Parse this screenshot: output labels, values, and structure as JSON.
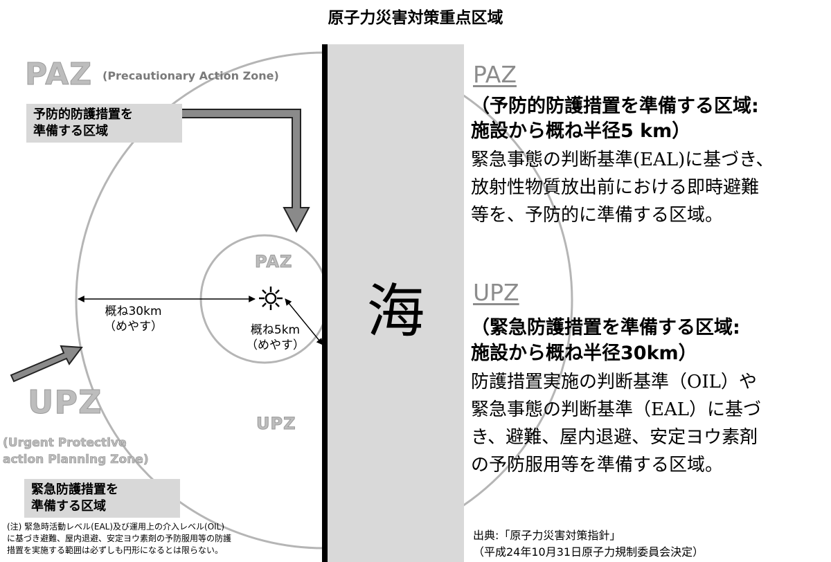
{
  "title": "原子力災害対策重点区域",
  "left": {
    "paz_heading": "PAZ",
    "paz_fullname": "(Precautionary Action Zone)",
    "paz_box_line1": "予防的防護措置を",
    "paz_box_line2": "準備する区域",
    "inner_paz_label": "PAZ",
    "radius30_line1": "概ね30km",
    "radius30_line2": "（めやす）",
    "radius5_line1": "概ね5km",
    "radius5_line2": "（めやす）",
    "inner_upz_label": "UPZ",
    "upz_heading": "UPZ",
    "upz_fullname_line1": "(Urgent Protective",
    "upz_fullname_line2": "action Planning Zone)",
    "upz_box_line1": "緊急防護措置を",
    "upz_box_line2": "準備する区域",
    "note_line1": "(注)  緊急時活動レベル(EAL)及び運用上の介入レベル(OIL)",
    "note_line2": "に基づき避難、屋内退避、安定ヨウ素剤の予防服用等の防護",
    "note_line3": "措置を実施する範囲は必ずしも円形になるとは限らない。"
  },
  "sea_label": "海",
  "right": {
    "paz_heading": "PAZ",
    "paz_sub1": "（予防的防護措置を準備する区域:",
    "paz_sub2": "施設から概ね半径5 km）",
    "paz_desc1": "緊急事態の判断基準(EAL)に基づき、",
    "paz_desc2": "放射性物質放出前における即時避難",
    "paz_desc3": "等を、予防的に準備する区域。",
    "upz_heading": "UPZ",
    "upz_sub1": "（緊急防護措置を準備する区域:",
    "upz_sub2": "施設から概ね半径30km）",
    "upz_desc1": "防護措置実施の判断基準（OIL）や",
    "upz_desc2": "緊急事態の判断基準（EAL）に基づ",
    "upz_desc3": "き、避難、屋内退避、安定ヨウ素剤",
    "upz_desc4": "の予防服用等を準備する区域。",
    "source_line1": "出典:「原子力災害対策指針」",
    "source_line2": "（平成24年10月31日原子力規制委員会決定）"
  },
  "colors": {
    "circle_stroke": "#b5b5b5",
    "sea_fill": "#d9d9d9",
    "arrow_fill": "#8a8a8a",
    "box_fill": "#d8d8d8"
  },
  "icons": {
    "facility": "nuclear-facility-icon"
  }
}
